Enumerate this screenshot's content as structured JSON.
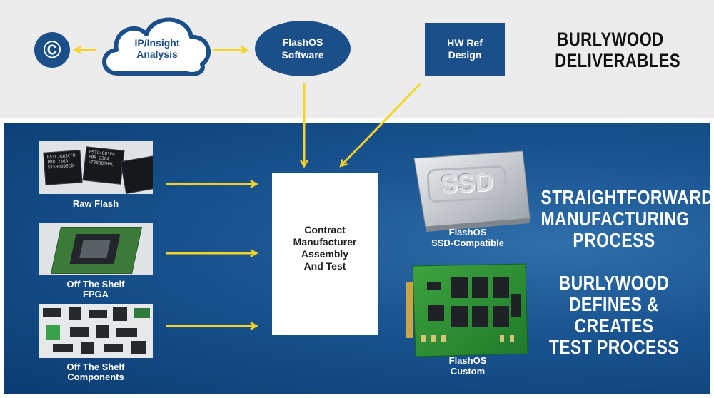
{
  "deliverables": {
    "heading_line1": "BURLYWOOD",
    "heading_line2": "DELIVERABLES",
    "copyright_symbol": "©",
    "ip_cloud_line1": "IP/Insight",
    "ip_cloud_line2": "Analysis",
    "flashos_software_line1": "FlashOS",
    "flashos_software_line2": "Software",
    "hw_ref_line1": "HW Ref",
    "hw_ref_line2": "Design"
  },
  "inputs": [
    {
      "label_line1": "Raw Flash",
      "label_line2": ""
    },
    {
      "label_line1": "Off The Shelf",
      "label_line2": "FPGA"
    },
    {
      "label_line1": "Off The Shelf",
      "label_line2": "Components"
    }
  ],
  "contract_manufacturer": {
    "line1": "Contract",
    "line2": "Manufacturer",
    "line3": "Assembly",
    "line4": "And Test"
  },
  "outputs": {
    "ssd_badge": "SSD",
    "ssd_label_line1": "FlashOS",
    "ssd_label_line2": "SSD-Compatible",
    "custom_label_line1": "FlashOS",
    "custom_label_line2": "Custom"
  },
  "right_headings": {
    "process_line1": "STRAIGHTFORWARD",
    "process_line2": "MANUFACTURING",
    "process_line3": "PROCESS",
    "test_line1": "BURLYWOOD",
    "test_line2": "DEFINES & CREATES",
    "test_line3": "TEST PROCESS"
  },
  "chip_markings": [
    "H5TC2G83CFR",
    "PBR 236A",
    "ST500099CB",
    "H5TC4G83FR",
    "PBR 236A",
    "ST3000EH6C"
  ],
  "colors": {
    "accent_yellow": "#f5d327",
    "navy": "#1b4f8a",
    "panel_blue": "#1a5592",
    "top_gray": "#ececec"
  }
}
